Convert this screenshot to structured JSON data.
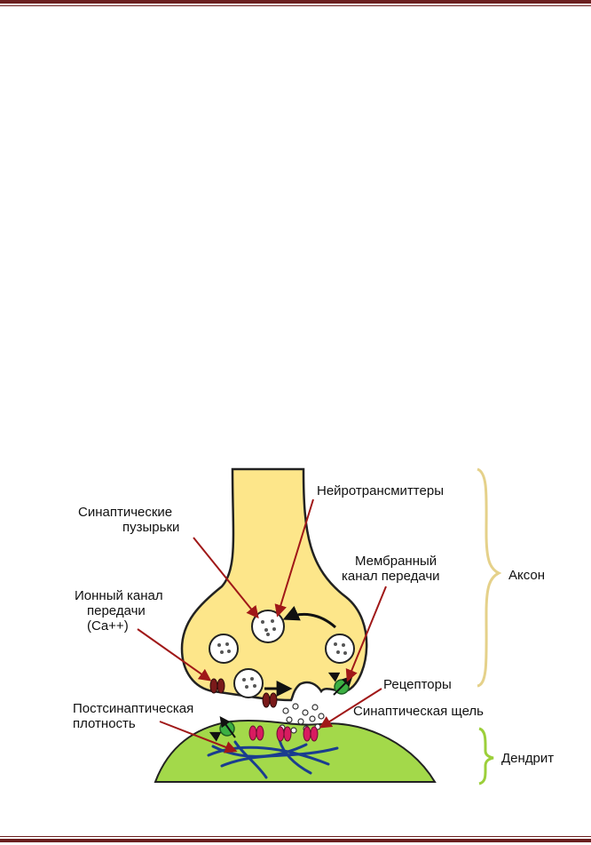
{
  "labels": {
    "vesicles": [
      "Синаптические",
      "пузырьки"
    ],
    "neurotransmitters": "Нейротрансмиттеры",
    "membrane_channel": [
      "Мембранный",
      "канал передачи"
    ],
    "axon": "Аксон",
    "ion_channel": [
      "Ионный канал",
      "передачи",
      "(Ca++)"
    ],
    "receptors": "Рецепторы",
    "postsynaptic": [
      "Постсинаптическая",
      "плотность"
    ],
    "cleft": "Синаптическая  щель",
    "dendrite": "Дендрит"
  },
  "colors": {
    "axon_fill": "#fde68a",
    "dendrite_fill": "#a3d94a",
    "arrow": "#a01818",
    "ion_channel": "#7a1a1a",
    "receptor": "#d81b60",
    "transporter": "#3cb043",
    "filament": "#1a3d8f",
    "brace": "#e5d18a",
    "brace_dendrite": "#9ccf3a"
  }
}
